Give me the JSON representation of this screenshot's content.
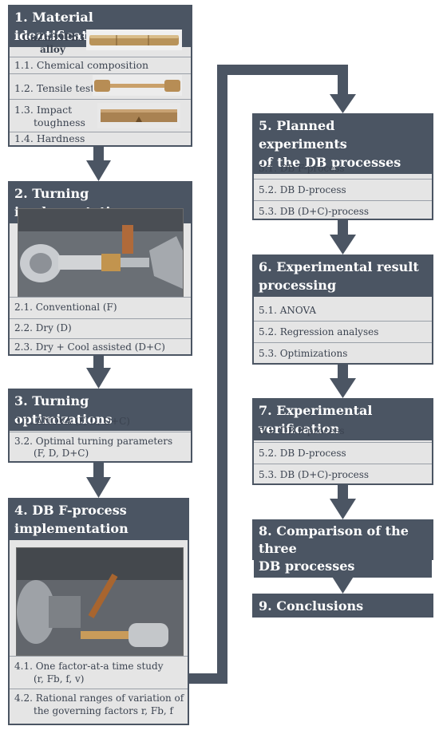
{
  "colors": {
    "header": "#4b5563",
    "panel": "#e5e5e5",
    "arrow": "#4b5563",
    "text": "#3b4350"
  },
  "boxes": {
    "b1": {
      "title": "1. Material identification",
      "alloy": [
        "CuZn39Pb3",
        "alloy"
      ],
      "items": [
        "1.1. Chemical composition",
        "1.2. Tensile tests",
        "1.3. Impact",
        "toughness",
        "1.4. Hardness"
      ]
    },
    "b2": {
      "title": "2. Turning implementation",
      "items": [
        "2.1. Conventional (F)",
        "2.2. Dry (D)",
        "2.3. Dry + Cool assisted (D+C)"
      ]
    },
    "b3": {
      "title": "3. Turning optimizations",
      "items": [
        "3.1. ANOVA (F, D, D+C)",
        "3.2. Optimal turning parameters",
        "(F, D, D+C)"
      ]
    },
    "b4": {
      "title": [
        "4. DB F-process",
        "implementation"
      ],
      "items": [
        "4.1. One factor-at-a time study",
        "(r, Fb, f, v)",
        "4.2. Rational ranges of variation of",
        "the governing factors r, Fb, f"
      ]
    },
    "b5": {
      "title": [
        "5. Planned experiments",
        "of the DB processes"
      ],
      "items": [
        "5.1. DB F-process",
        "5.2. DB D-process",
        "5.3. DB (D+C)-process"
      ]
    },
    "b6": {
      "title": [
        "6. Experimental result",
        "processing"
      ],
      "items": [
        "5.1. ANOVA",
        "5.2. Regression analyses",
        "5.3. Optimizations"
      ]
    },
    "b7": {
      "title": "7. Experimental verification",
      "items": [
        "5.1. DB F-process",
        "5.2. DB D-process",
        "5.3. DB (D+C)-process"
      ]
    },
    "b8": {
      "title": [
        "8. Comparison of the three",
        "DB processes"
      ]
    },
    "b9": {
      "title": "9. Conclusions"
    }
  }
}
